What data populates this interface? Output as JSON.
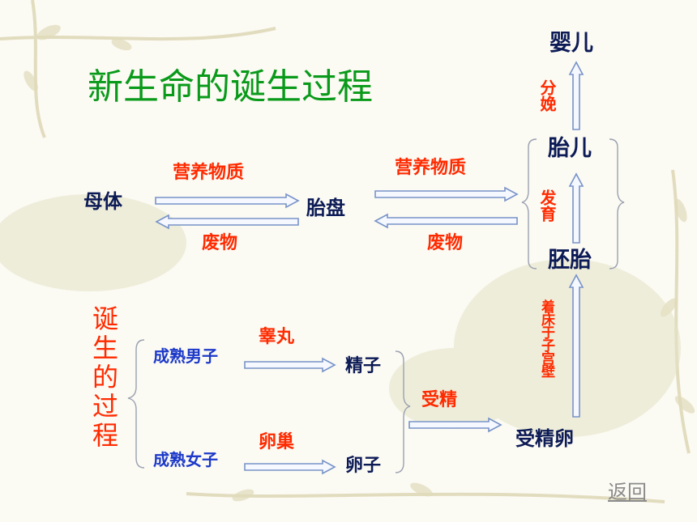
{
  "title": "新生命的诞生过程",
  "nodes": {
    "mother": "母体",
    "placenta": "胎盘",
    "baby": "婴儿",
    "fetus": "胎儿",
    "embryo": "胚胎",
    "mature_male": "成熟男子",
    "mature_female": "成熟女子",
    "sperm": "精子",
    "egg": "卵子",
    "zygote": "受精卵"
  },
  "edges": {
    "nutrients_1": "营养物质",
    "waste_1": "废物",
    "nutrients_2": "营养物质",
    "waste_2": "废物",
    "testis": "睾丸",
    "ovary": "卵巢",
    "fertilization": "受精",
    "implantation": "着床于子宫壁",
    "development": "发育",
    "delivery": "分娩"
  },
  "side_label": "诞生的过程",
  "return_link": "返回",
  "colors": {
    "title": "#0a9a1a",
    "node": "#0c1a55",
    "edge_label": "#ff2a00",
    "person": "#1c39c9",
    "side_label": "#ff2a00",
    "arrow_stroke": "#7893c8",
    "arrow_fill": "#f5f8ff"
  }
}
